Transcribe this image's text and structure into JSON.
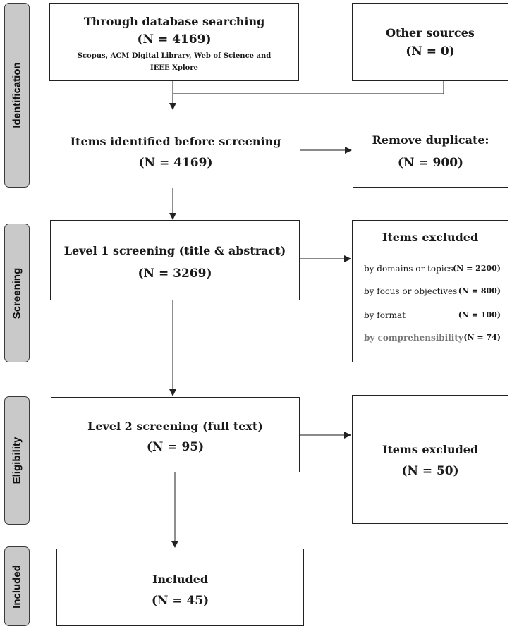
{
  "phases": {
    "identification": "Identification",
    "screening": "Screening",
    "eligibility": "Eligibility",
    "included": "Included"
  },
  "database": {
    "title": "Through database searching",
    "count": "(N = 4169)",
    "sources_line1": "Scopus, ACM Digital Library, Web of Science and",
    "sources_line2": "IEEE Xplore"
  },
  "other_sources": {
    "title": "Other sources",
    "count": "(N = 0)"
  },
  "identified": {
    "title": "Items identified before screening",
    "count": "(N = 4169)"
  },
  "duplicates": {
    "title": "Remove duplicate:",
    "count": "(N = 900)"
  },
  "level1": {
    "title": "Level 1 screening (title & abstract)",
    "count": "(N = 3269)"
  },
  "excluded1": {
    "title": "Items excluded",
    "rows": [
      {
        "label": "by domains or topics",
        "count": "(N = 2200)"
      },
      {
        "label": "by focus or objectives",
        "count": "(N = 800)"
      },
      {
        "label": "by format",
        "count": "(N = 100)"
      },
      {
        "label": "by comprehensibility",
        "count": "(N = 74)"
      }
    ]
  },
  "level2": {
    "title": "Level 2 screening (full text)",
    "count": "(N = 95)"
  },
  "excluded2": {
    "title": "Items excluded",
    "count": "(N = 50)"
  },
  "included": {
    "title": "Included",
    "count": "(N = 45)"
  }
}
